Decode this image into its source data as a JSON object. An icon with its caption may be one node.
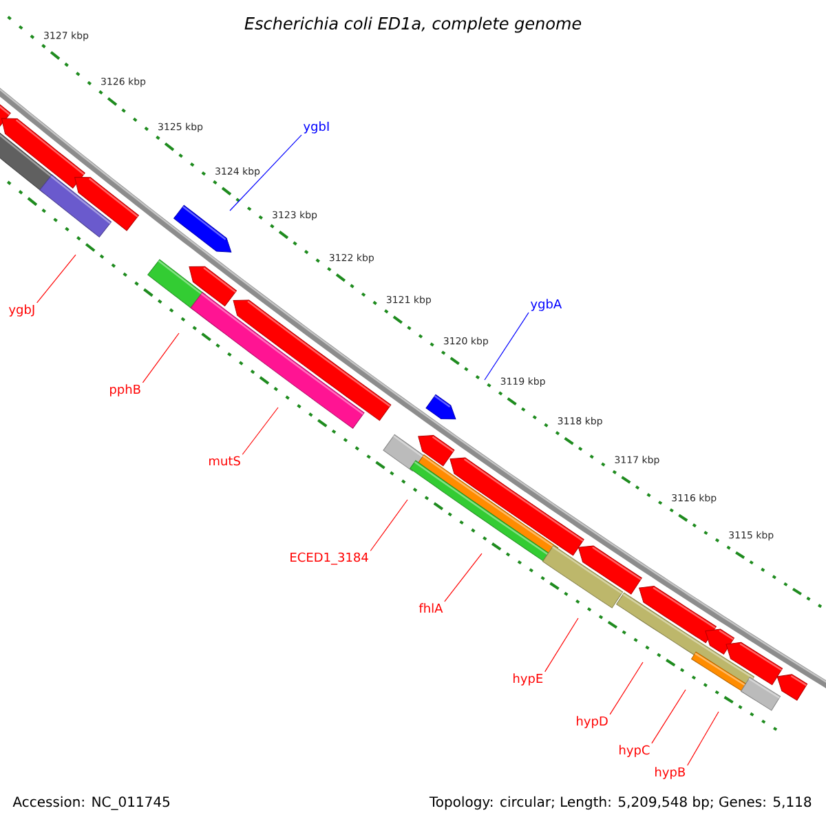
{
  "diagram": {
    "title": "Escherichia coli ED1a, complete genome",
    "nodes": [
      {
        "text": [
          "ygbI"
        ]
      },
      {
        "text": [
          "ygbA"
        ]
      },
      {
        "text": [
          "ygbJ"
        ]
      },
      {
        "text": [
          "pphB"
        ]
      },
      {
        "text": [
          "mutS"
        ]
      },
      {
        "text": [
          "ECED1_3184"
        ]
      },
      {
        "text": [
          "fhlA"
        ]
      },
      {
        "text": [
          "hypE"
        ]
      },
      {
        "text": [
          "hypD"
        ]
      },
      {
        "text": [
          "hypC"
        ]
      },
      {
        "text": [
          "hypB"
        ]
      }
    ],
    "edges": [
      {
        "from": 0,
        "to": null,
        "arrow": "none",
        "color": "#0000ff"
      },
      {
        "from": 1,
        "to": null,
        "arrow": "none",
        "color": "#0000ff"
      },
      {
        "from": 2,
        "to": null,
        "arrow": "none"
      },
      {
        "from": 3,
        "to": null,
        "arrow": "none"
      },
      {
        "from": 4,
        "to": null,
        "arrow": "none"
      },
      {
        "from": 5,
        "to": null,
        "arrow": "none"
      },
      {
        "from": 6,
        "to": null,
        "arrow": "none"
      },
      {
        "from": 7,
        "to": null,
        "arrow": "none"
      },
      {
        "from": 8,
        "to": null,
        "arrow": "none"
      },
      {
        "from": 9,
        "to": null,
        "arrow": "none"
      },
      {
        "from": 10,
        "to": null,
        "arrow": "none"
      }
    ],
    "labels": [
      "3127 kbp",
      "3126 kbp",
      "3125 kbp",
      "3124 kbp",
      "3123 kbp",
      "3122 kbp",
      "3121 kbp",
      "3120 kbp",
      "3119 kbp",
      "3118 kbp",
      "3117 kbp",
      "3116 kbp",
      "3115 kbp",
      "Accession: NC_011745",
      "Topology: circular; Length: 5,209,548 bp; Genes: 5,118"
    ]
  }
}
